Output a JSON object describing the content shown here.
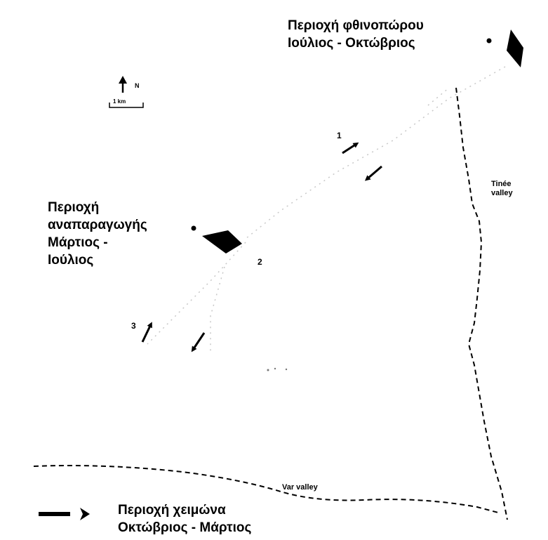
{
  "labels": {
    "autumn_area_line1": "Περιοχή φθινοπώρου",
    "autumn_area_line2": "Ιούλιος - Οκτώβριος",
    "breeding_area_line1": "Περιοχή",
    "breeding_area_line2": "αναπαραγωγής",
    "breeding_area_line3": "Μάρτιος -",
    "breeding_area_line4": "Ιούλιος",
    "winter_area_line1": "Περιοχή χειμώνα",
    "winter_area_line2": "Οκτώβριος - Μάρτιος",
    "tinee_valley_line1": "Tinée",
    "tinee_valley_line2": "valley",
    "var_valley": "Var valley",
    "route_1": "1",
    "route_2": "2",
    "route_3": "3",
    "scale_text": "1 km",
    "north_text": "N"
  },
  "icons": {
    "north_arrow": "north-arrow-icon",
    "scale_bar": "scale-bar-icon",
    "migration_arrow": "migration-arrow-icon"
  },
  "colors": {
    "background": "#ffffff",
    "ink": "#000000",
    "dotted_route": "#c8c8c8"
  }
}
